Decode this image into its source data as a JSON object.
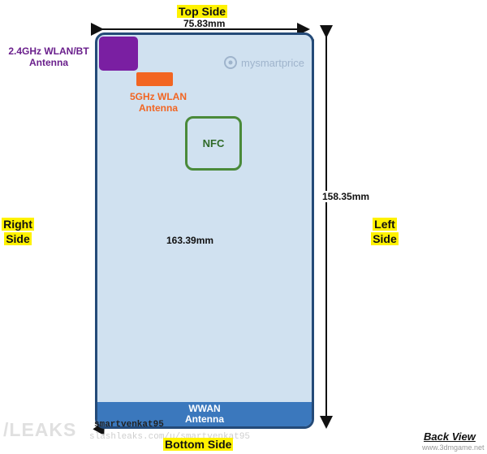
{
  "labels": {
    "top_side": "Top Side",
    "bottom_side": "Bottom Side",
    "right_side_line1": "Right",
    "right_side_line2": "Side",
    "left_side_line1": "Left",
    "left_side_line2": "Side"
  },
  "dimensions": {
    "width": "75.83mm",
    "height": "158.35mm",
    "diagonal": "163.39mm"
  },
  "antennas": {
    "wlan_bt_line1": "2.4GHz WLAN/BT",
    "wlan_bt_line2": "Antenna",
    "wlan5_line1": "5GHz WLAN",
    "wlan5_line2": "Antenna",
    "nfc": "NFC",
    "wwan_line1": "WWAN",
    "wwan_line2": "Antenna"
  },
  "watermarks": {
    "mysmartprice": "mysmartprice",
    "leaks": "/LEAKS",
    "handle": "smartvenkat95",
    "url": "slashleaks.com/u/smartvenkat95",
    "site": "www.3dmgame.net"
  },
  "view_label": "Back View",
  "colors": {
    "label_highlight": "#fff200",
    "phone_body": "#d0e1f0",
    "phone_outline": "#244a78",
    "wlan_bt_antenna": "#7a1fa2",
    "wlan5_antenna": "#f26522",
    "nfc": "#4a8a3a",
    "wwan_antenna": "#3b78bd"
  }
}
